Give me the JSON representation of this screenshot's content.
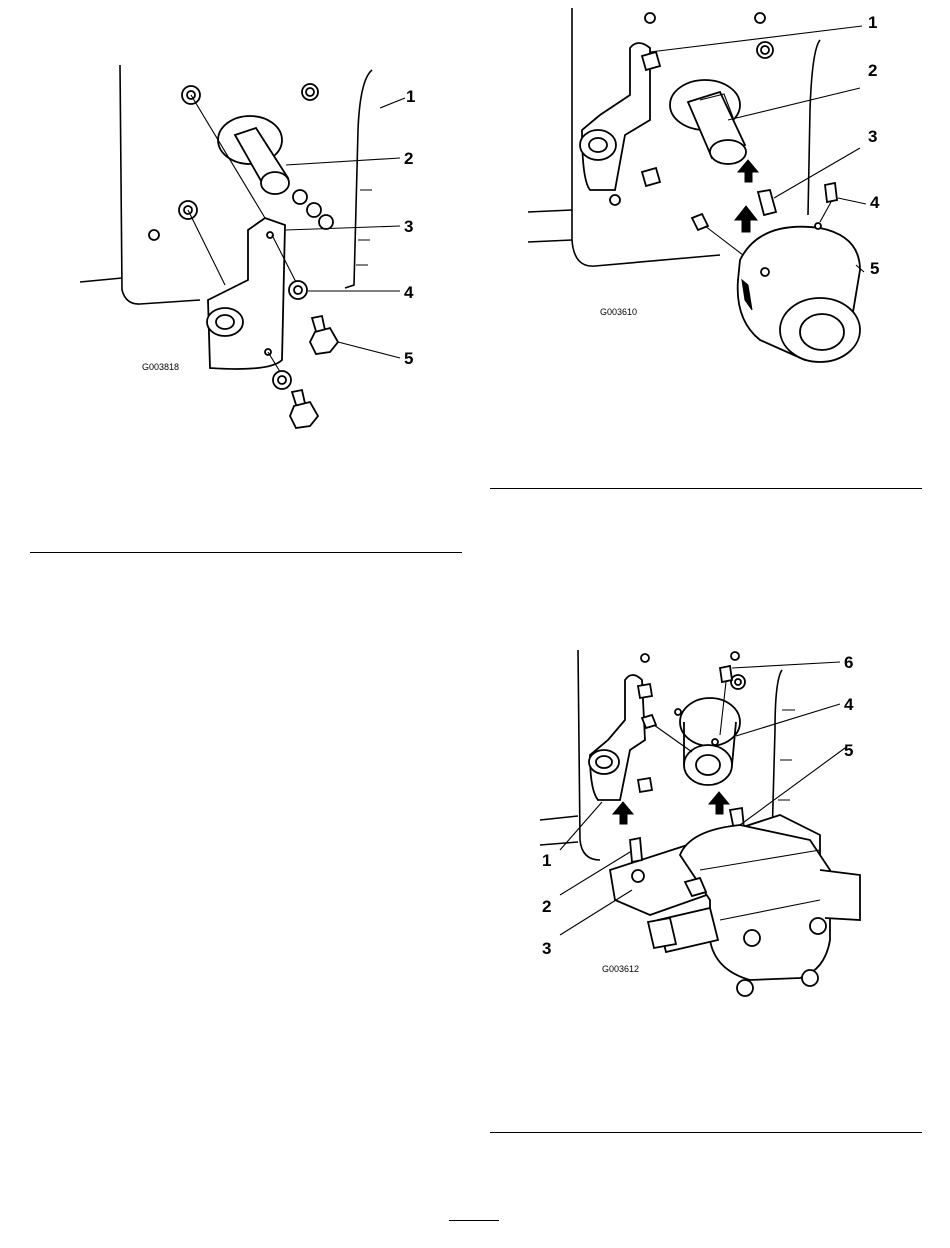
{
  "figures": [
    {
      "id": "fig-a",
      "code": "G003818",
      "callouts": [
        "1",
        "2",
        "3",
        "4",
        "5"
      ]
    },
    {
      "id": "fig-b",
      "code": "G003610",
      "callouts": [
        "1",
        "2",
        "3",
        "4",
        "5"
      ]
    },
    {
      "id": "fig-c",
      "code": "G003612",
      "callouts": [
        "6",
        "4",
        "5",
        "1",
        "2",
        "3"
      ]
    }
  ]
}
